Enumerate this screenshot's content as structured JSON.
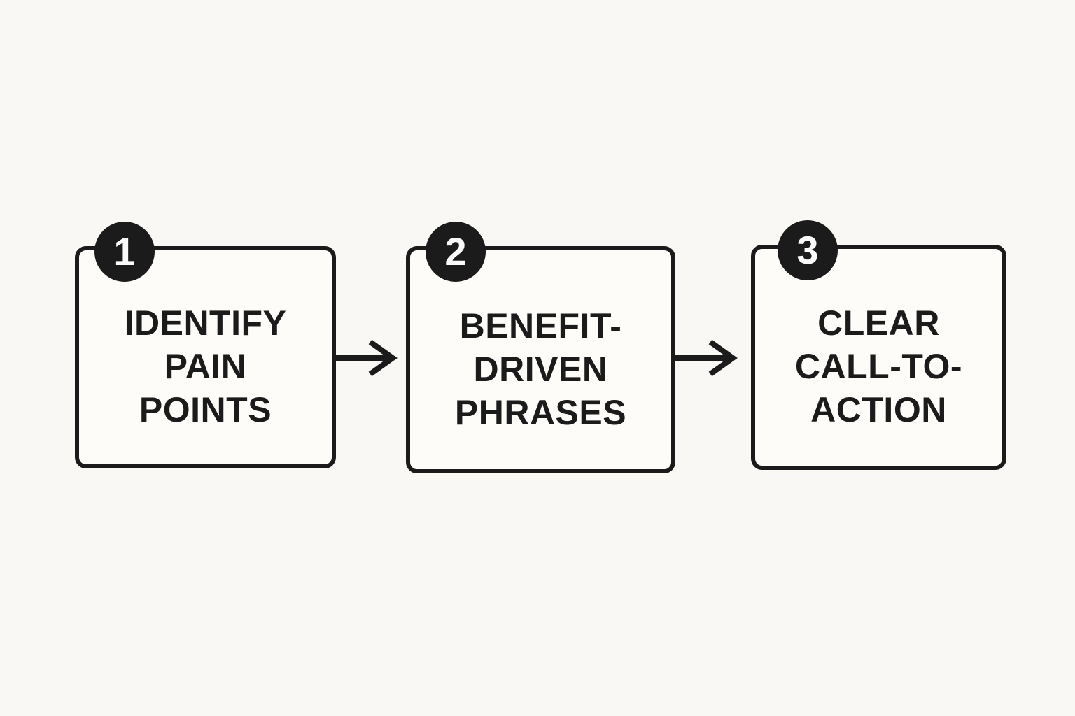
{
  "page": {
    "background_color": "#faf8f4",
    "ink_color": "#1b1b1b",
    "box_fill": "#fdfcf9",
    "badge_number_color": "#fafafa"
  },
  "diagram": {
    "steps": [
      {
        "number": "1",
        "lines": [
          "IDENTIFY",
          "PAIN",
          "POINTS"
        ]
      },
      {
        "number": "2",
        "lines": [
          "BENEFIT-",
          "DRIVEN",
          "PHRASES"
        ]
      },
      {
        "number": "3",
        "lines": [
          "CLEAR",
          "CALL-TO-",
          "ACTION"
        ]
      }
    ],
    "arrow_icon": "right-arrow"
  }
}
